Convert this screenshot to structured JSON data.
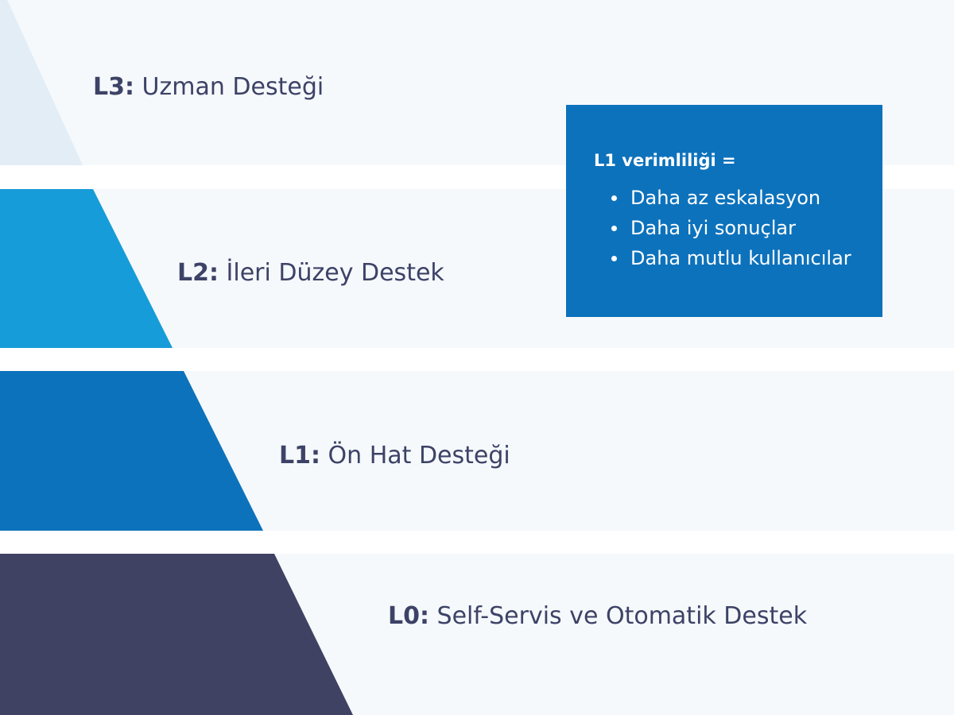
{
  "levels": [
    {
      "id": "l3",
      "code": "L3:",
      "name": "Uzman Desteği",
      "color": "#e2edf6"
    },
    {
      "id": "l2",
      "code": "L2:",
      "name": "İleri Düzey Destek",
      "color": "#169cd8"
    },
    {
      "id": "l1",
      "code": "L1:",
      "name": "Ön Hat Desteği",
      "color": "#0d72bc"
    },
    {
      "id": "l0",
      "code": "L0:",
      "name": "Self-Servis ve Otomatik Destek",
      "color": "#3f4263"
    }
  ],
  "callout": {
    "title": "L1 verimliliği =",
    "items": [
      "Daha az eskalasyon",
      "Daha iyi sonuçlar",
      "Daha mutlu kullanıcılar"
    ],
    "background": "#0d72bc"
  },
  "theme": {
    "band_color": "#f5f9fc",
    "text_color": "#3d4266"
  }
}
